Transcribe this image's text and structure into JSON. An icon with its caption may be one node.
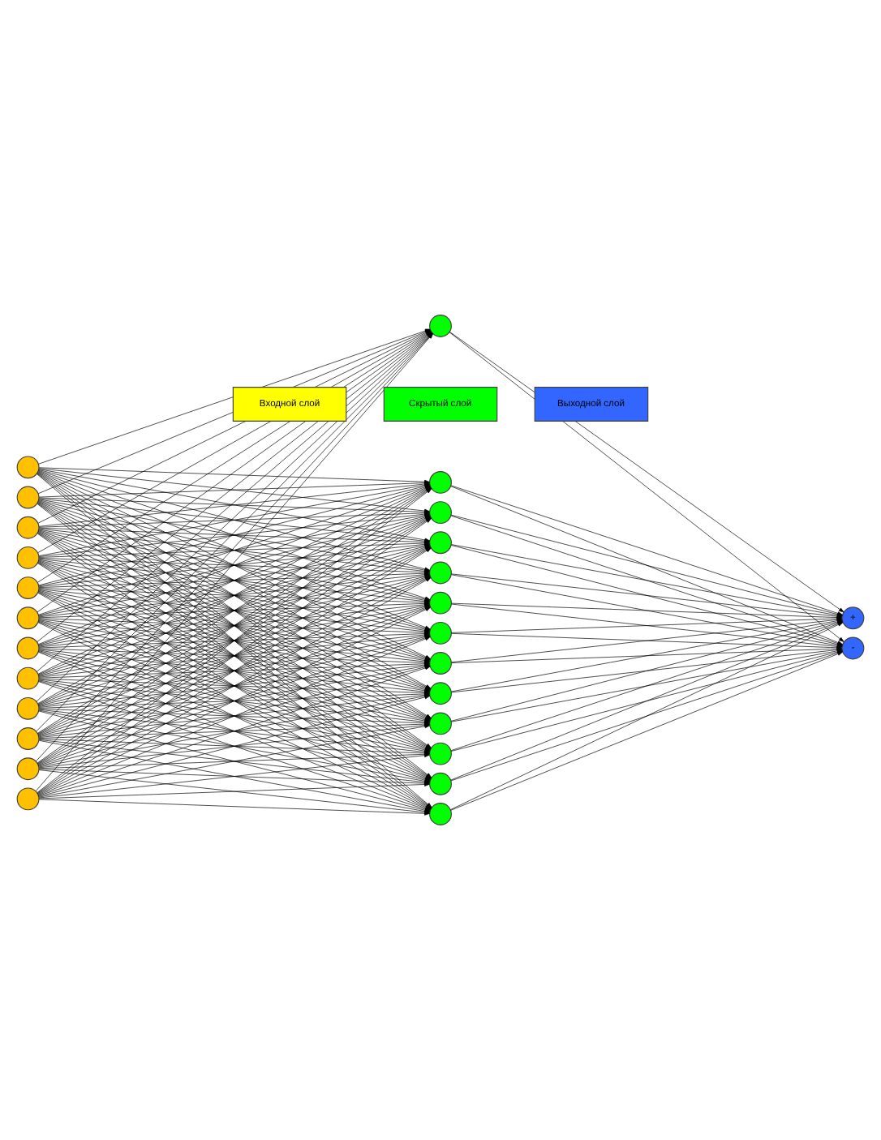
{
  "diagram": {
    "nodes": [
      {
        "text": [],
        "shape": "circle"
      },
      {
        "text": [],
        "shape": "circle"
      },
      {
        "text": [],
        "shape": "circle"
      },
      {
        "text": [],
        "shape": "circle"
      },
      {
        "text": [],
        "shape": "circle"
      },
      {
        "text": [],
        "shape": "circle"
      },
      {
        "text": [],
        "shape": "circle"
      },
      {
        "text": [],
        "shape": "circle"
      },
      {
        "text": [],
        "shape": "circle"
      },
      {
        "text": [],
        "shape": "circle"
      },
      {
        "text": [],
        "shape": "circle"
      },
      {
        "text": [],
        "shape": "circle"
      },
      {
        "text": [],
        "shape": "circle"
      },
      {
        "text": [],
        "shape": "circle"
      },
      {
        "text": [],
        "shape": "circle"
      },
      {
        "text": [],
        "shape": "circle"
      },
      {
        "text": [],
        "shape": "circle"
      },
      {
        "text": [],
        "shape": "circle"
      },
      {
        "text": [],
        "shape": "circle"
      },
      {
        "text": [],
        "shape": "circle"
      },
      {
        "text": [],
        "shape": "circle"
      },
      {
        "text": [],
        "shape": "circle"
      },
      {
        "text": [],
        "shape": "circle"
      },
      {
        "text": [],
        "shape": "circle"
      },
      {
        "text": [],
        "shape": "circle"
      },
      {
        "text": [
          "+"
        ]
      },
      {
        "text": [
          "-"
        ]
      }
    ],
    "edges": [
      {
        "from": 0,
        "to": 12,
        "arrow": "to"
      },
      {
        "from": 0,
        "to": 13,
        "arrow": "to"
      },
      {
        "from": 0,
        "to": 14,
        "arrow": "to"
      },
      {
        "from": 0,
        "to": 15,
        "arrow": "to"
      },
      {
        "from": 0,
        "to": 16,
        "arrow": "to"
      },
      {
        "from": 0,
        "to": 17,
        "arrow": "to"
      },
      {
        "from": 0,
        "to": 18,
        "arrow": "to"
      },
      {
        "from": 0,
        "to": 19,
        "arrow": "to"
      },
      {
        "from": 0,
        "to": 20,
        "arrow": "to"
      },
      {
        "from": 0,
        "to": 21,
        "arrow": "to"
      },
      {
        "from": 0,
        "to": 22,
        "arrow": "to"
      },
      {
        "from": 0,
        "to": 23,
        "arrow": "to"
      },
      {
        "from": 0,
        "to": 24,
        "arrow": "to"
      },
      {
        "from": 1,
        "to": 12,
        "arrow": "to"
      },
      {
        "from": 1,
        "to": 13,
        "arrow": "to"
      },
      {
        "from": 1,
        "to": 14,
        "arrow": "to"
      },
      {
        "from": 1,
        "to": 15,
        "arrow": "to"
      },
      {
        "from": 1,
        "to": 16,
        "arrow": "to"
      },
      {
        "from": 1,
        "to": 17,
        "arrow": "to"
      },
      {
        "from": 1,
        "to": 18,
        "arrow": "to"
      },
      {
        "from": 1,
        "to": 19,
        "arrow": "to"
      },
      {
        "from": 1,
        "to": 20,
        "arrow": "to"
      },
      {
        "from": 1,
        "to": 21,
        "arrow": "to"
      },
      {
        "from": 1,
        "to": 22,
        "arrow": "to"
      },
      {
        "from": 1,
        "to": 23,
        "arrow": "to"
      },
      {
        "from": 1,
        "to": 24,
        "arrow": "to"
      },
      {
        "from": 2,
        "to": 12,
        "arrow": "to"
      },
      {
        "from": 2,
        "to": 13,
        "arrow": "to"
      },
      {
        "from": 2,
        "to": 14,
        "arrow": "to"
      },
      {
        "from": 2,
        "to": 15,
        "arrow": "to"
      },
      {
        "from": 2,
        "to": 16,
        "arrow": "to"
      },
      {
        "from": 2,
        "to": 17,
        "arrow": "to"
      },
      {
        "from": 2,
        "to": 18,
        "arrow": "to"
      },
      {
        "from": 2,
        "to": 19,
        "arrow": "to"
      },
      {
        "from": 2,
        "to": 20,
        "arrow": "to"
      },
      {
        "from": 2,
        "to": 21,
        "arrow": "to"
      },
      {
        "from": 2,
        "to": 22,
        "arrow": "to"
      },
      {
        "from": 2,
        "to": 23,
        "arrow": "to"
      },
      {
        "from": 2,
        "to": 24,
        "arrow": "to"
      },
      {
        "from": 3,
        "to": 12,
        "arrow": "to"
      },
      {
        "from": 3,
        "to": 13,
        "arrow": "to"
      },
      {
        "from": 3,
        "to": 14,
        "arrow": "to"
      },
      {
        "from": 3,
        "to": 15,
        "arrow": "to"
      },
      {
        "from": 3,
        "to": 16,
        "arrow": "to"
      },
      {
        "from": 3,
        "to": 17,
        "arrow": "to"
      },
      {
        "from": 3,
        "to": 18,
        "arrow": "to"
      },
      {
        "from": 3,
        "to": 19,
        "arrow": "to"
      },
      {
        "from": 3,
        "to": 20,
        "arrow": "to"
      },
      {
        "from": 3,
        "to": 21,
        "arrow": "to"
      },
      {
        "from": 3,
        "to": 22,
        "arrow": "to"
      },
      {
        "from": 3,
        "to": 23,
        "arrow": "to"
      },
      {
        "from": 3,
        "to": 24,
        "arrow": "to"
      },
      {
        "from": 4,
        "to": 12,
        "arrow": "to"
      },
      {
        "from": 4,
        "to": 13,
        "arrow": "to"
      },
      {
        "from": 4,
        "to": 14,
        "arrow": "to"
      },
      {
        "from": 4,
        "to": 15,
        "arrow": "to"
      },
      {
        "from": 4,
        "to": 16,
        "arrow": "to"
      },
      {
        "from": 4,
        "to": 17,
        "arrow": "to"
      },
      {
        "from": 4,
        "to": 18,
        "arrow": "to"
      },
      {
        "from": 4,
        "to": 19,
        "arrow": "to"
      },
      {
        "from": 4,
        "to": 20,
        "arrow": "to"
      },
      {
        "from": 4,
        "to": 21,
        "arrow": "to"
      },
      {
        "from": 4,
        "to": 22,
        "arrow": "to"
      },
      {
        "from": 4,
        "to": 23,
        "arrow": "to"
      },
      {
        "from": 4,
        "to": 24,
        "arrow": "to"
      },
      {
        "from": 5,
        "to": 12,
        "arrow": "to"
      },
      {
        "from": 5,
        "to": 13,
        "arrow": "to"
      },
      {
        "from": 5,
        "to": 14,
        "arrow": "to"
      },
      {
        "from": 5,
        "to": 15,
        "arrow": "to"
      },
      {
        "from": 5,
        "to": 16,
        "arrow": "to"
      },
      {
        "from": 5,
        "to": 17,
        "arrow": "to"
      },
      {
        "from": 5,
        "to": 18,
        "arrow": "to"
      },
      {
        "from": 5,
        "to": 19,
        "arrow": "to"
      },
      {
        "from": 5,
        "to": 20,
        "arrow": "to"
      },
      {
        "from": 5,
        "to": 21,
        "arrow": "to"
      },
      {
        "from": 5,
        "to": 22,
        "arrow": "to"
      },
      {
        "from": 5,
        "to": 23,
        "arrow": "to"
      },
      {
        "from": 5,
        "to": 24,
        "arrow": "to"
      },
      {
        "from": 6,
        "to": 12,
        "arrow": "to"
      },
      {
        "from": 6,
        "to": 13,
        "arrow": "to"
      },
      {
        "from": 6,
        "to": 14,
        "arrow": "to"
      },
      {
        "from": 6,
        "to": 15,
        "arrow": "to"
      },
      {
        "from": 6,
        "to": 16,
        "arrow": "to"
      },
      {
        "from": 6,
        "to": 17,
        "arrow": "to"
      },
      {
        "from": 6,
        "to": 18,
        "arrow": "to"
      },
      {
        "from": 6,
        "to": 19,
        "arrow": "to"
      },
      {
        "from": 6,
        "to": 20,
        "arrow": "to"
      },
      {
        "from": 6,
        "to": 21,
        "arrow": "to"
      },
      {
        "from": 6,
        "to": 22,
        "arrow": "to"
      },
      {
        "from": 6,
        "to": 23,
        "arrow": "to"
      },
      {
        "from": 6,
        "to": 24,
        "arrow": "to"
      },
      {
        "from": 7,
        "to": 12,
        "arrow": "to"
      },
      {
        "from": 7,
        "to": 13,
        "arrow": "to"
      },
      {
        "from": 7,
        "to": 14,
        "arrow": "to"
      },
      {
        "from": 7,
        "to": 15,
        "arrow": "to"
      },
      {
        "from": 7,
        "to": 16,
        "arrow": "to"
      },
      {
        "from": 7,
        "to": 17,
        "arrow": "to"
      },
      {
        "from": 7,
        "to": 18,
        "arrow": "to"
      },
      {
        "from": 7,
        "to": 19,
        "arrow": "to"
      },
      {
        "from": 7,
        "to": 20,
        "arrow": "to"
      },
      {
        "from": 7,
        "to": 21,
        "arrow": "to"
      },
      {
        "from": 7,
        "to": 22,
        "arrow": "to"
      },
      {
        "from": 7,
        "to": 23,
        "arrow": "to"
      },
      {
        "from": 7,
        "to": 24,
        "arrow": "to"
      },
      {
        "from": 8,
        "to": 12,
        "arrow": "to"
      },
      {
        "from": 8,
        "to": 13,
        "arrow": "to"
      },
      {
        "from": 8,
        "to": 14,
        "arrow": "to"
      },
      {
        "from": 8,
        "to": 15,
        "arrow": "to"
      },
      {
        "from": 8,
        "to": 16,
        "arrow": "to"
      },
      {
        "from": 8,
        "to": 17,
        "arrow": "to"
      },
      {
        "from": 8,
        "to": 18,
        "arrow": "to"
      },
      {
        "from": 8,
        "to": 19,
        "arrow": "to"
      },
      {
        "from": 8,
        "to": 20,
        "arrow": "to"
      },
      {
        "from": 8,
        "to": 21,
        "arrow": "to"
      },
      {
        "from": 8,
        "to": 22,
        "arrow": "to"
      },
      {
        "from": 8,
        "to": 23,
        "arrow": "to"
      },
      {
        "from": 8,
        "to": 24,
        "arrow": "to"
      },
      {
        "from": 9,
        "to": 12,
        "arrow": "to"
      },
      {
        "from": 9,
        "to": 13,
        "arrow": "to"
      },
      {
        "from": 9,
        "to": 14,
        "arrow": "to"
      },
      {
        "from": 9,
        "to": 15,
        "arrow": "to"
      },
      {
        "from": 9,
        "to": 16,
        "arrow": "to"
      },
      {
        "from": 9,
        "to": 17,
        "arrow": "to"
      },
      {
        "from": 9,
        "to": 18,
        "arrow": "to"
      },
      {
        "from": 9,
        "to": 19,
        "arrow": "to"
      },
      {
        "from": 9,
        "to": 20,
        "arrow": "to"
      },
      {
        "from": 9,
        "to": 21,
        "arrow": "to"
      },
      {
        "from": 9,
        "to": 22,
        "arrow": "to"
      },
      {
        "from": 9,
        "to": 23,
        "arrow": "to"
      },
      {
        "from": 9,
        "to": 24,
        "arrow": "to"
      },
      {
        "from": 10,
        "to": 12,
        "arrow": "to"
      },
      {
        "from": 10,
        "to": 13,
        "arrow": "to"
      },
      {
        "from": 10,
        "to": 14,
        "arrow": "to"
      },
      {
        "from": 10,
        "to": 15,
        "arrow": "to"
      },
      {
        "from": 10,
        "to": 16,
        "arrow": "to"
      },
      {
        "from": 10,
        "to": 17,
        "arrow": "to"
      },
      {
        "from": 10,
        "to": 18,
        "arrow": "to"
      },
      {
        "from": 10,
        "to": 19,
        "arrow": "to"
      },
      {
        "from": 10,
        "to": 20,
        "arrow": "to"
      },
      {
        "from": 10,
        "to": 21,
        "arrow": "to"
      },
      {
        "from": 10,
        "to": 22,
        "arrow": "to"
      },
      {
        "from": 10,
        "to": 23,
        "arrow": "to"
      },
      {
        "from": 10,
        "to": 24,
        "arrow": "to"
      },
      {
        "from": 11,
        "to": 12,
        "arrow": "to"
      },
      {
        "from": 11,
        "to": 13,
        "arrow": "to"
      },
      {
        "from": 11,
        "to": 14,
        "arrow": "to"
      },
      {
        "from": 11,
        "to": 15,
        "arrow": "to"
      },
      {
        "from": 11,
        "to": 16,
        "arrow": "to"
      },
      {
        "from": 11,
        "to": 17,
        "arrow": "to"
      },
      {
        "from": 11,
        "to": 18,
        "arrow": "to"
      },
      {
        "from": 11,
        "to": 19,
        "arrow": "to"
      },
      {
        "from": 11,
        "to": 20,
        "arrow": "to"
      },
      {
        "from": 11,
        "to": 21,
        "arrow": "to"
      },
      {
        "from": 11,
        "to": 22,
        "arrow": "to"
      },
      {
        "from": 11,
        "to": 23,
        "arrow": "to"
      },
      {
        "from": 11,
        "to": 24,
        "arrow": "to"
      },
      {
        "from": 12,
        "to": 25,
        "arrow": "to"
      },
      {
        "from": 12,
        "to": 26,
        "arrow": "to"
      },
      {
        "from": 13,
        "to": 25,
        "arrow": "to"
      },
      {
        "from": 13,
        "to": 26,
        "arrow": "to"
      },
      {
        "from": 14,
        "to": 25,
        "arrow": "to"
      },
      {
        "from": 14,
        "to": 26,
        "arrow": "to"
      },
      {
        "from": 15,
        "to": 25,
        "arrow": "to"
      },
      {
        "from": 15,
        "to": 26,
        "arrow": "to"
      },
      {
        "from": 16,
        "to": 25,
        "arrow": "to"
      },
      {
        "from": 16,
        "to": 26,
        "arrow": "to"
      },
      {
        "from": 17,
        "to": 25,
        "arrow": "to"
      },
      {
        "from": 17,
        "to": 26,
        "arrow": "to"
      },
      {
        "from": 18,
        "to": 25,
        "arrow": "to"
      },
      {
        "from": 18,
        "to": 26,
        "arrow": "to"
      },
      {
        "from": 19,
        "to": 25,
        "arrow": "to"
      },
      {
        "from": 19,
        "to": 26,
        "arrow": "to"
      },
      {
        "from": 20,
        "to": 25,
        "arrow": "to"
      },
      {
        "from": 20,
        "to": 26,
        "arrow": "to"
      },
      {
        "from": 21,
        "to": 25,
        "arrow": "to"
      },
      {
        "from": 21,
        "to": 26,
        "arrow": "to"
      },
      {
        "from": 22,
        "to": 25,
        "arrow": "to"
      },
      {
        "from": 22,
        "to": 26,
        "arrow": "to"
      },
      {
        "from": 23,
        "to": 25,
        "arrow": "to"
      },
      {
        "from": 23,
        "to": 26,
        "arrow": "to"
      },
      {
        "from": 24,
        "to": 25,
        "arrow": "to"
      },
      {
        "from": 24,
        "to": 26,
        "arrow": "to"
      }
    ],
    "legend": [
      {
        "text": "Входной слой",
        "color": "#ffff00"
      },
      {
        "text": "Скрытый слой",
        "color": "#00ff00"
      },
      {
        "text": "Выходной слой",
        "color": "#3366ff"
      }
    ]
  }
}
